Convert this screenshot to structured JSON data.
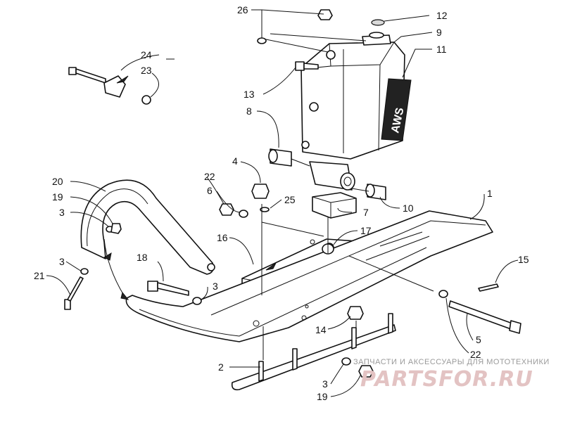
{
  "labels": {
    "n1": "1",
    "n2": "2",
    "n3a": "3",
    "n3b": "3",
    "n3c": "3",
    "n3d": "3",
    "n4": "4",
    "n5": "5",
    "n6": "6",
    "n7": "7",
    "n8": "8",
    "n9": "9",
    "n10": "10",
    "n11": "11",
    "n12": "12",
    "n13": "13",
    "n14": "14",
    "n15": "15",
    "n16": "16",
    "n17": "17",
    "n18": "18",
    "n19a": "19",
    "n19b": "19",
    "n20": "20",
    "n21": "21",
    "n22a": "22",
    "n22b": "22",
    "n23": "23",
    "n24": "24",
    "n25": "25",
    "n26": "26"
  },
  "shock_logo": "AWS",
  "watermark": {
    "caption": "ЗАПЧАСТИ И АКСЕССУАРЫ ДЛЯ МОТОТЕХНИКИ",
    "logo": "PARTSFOR.RU"
  }
}
